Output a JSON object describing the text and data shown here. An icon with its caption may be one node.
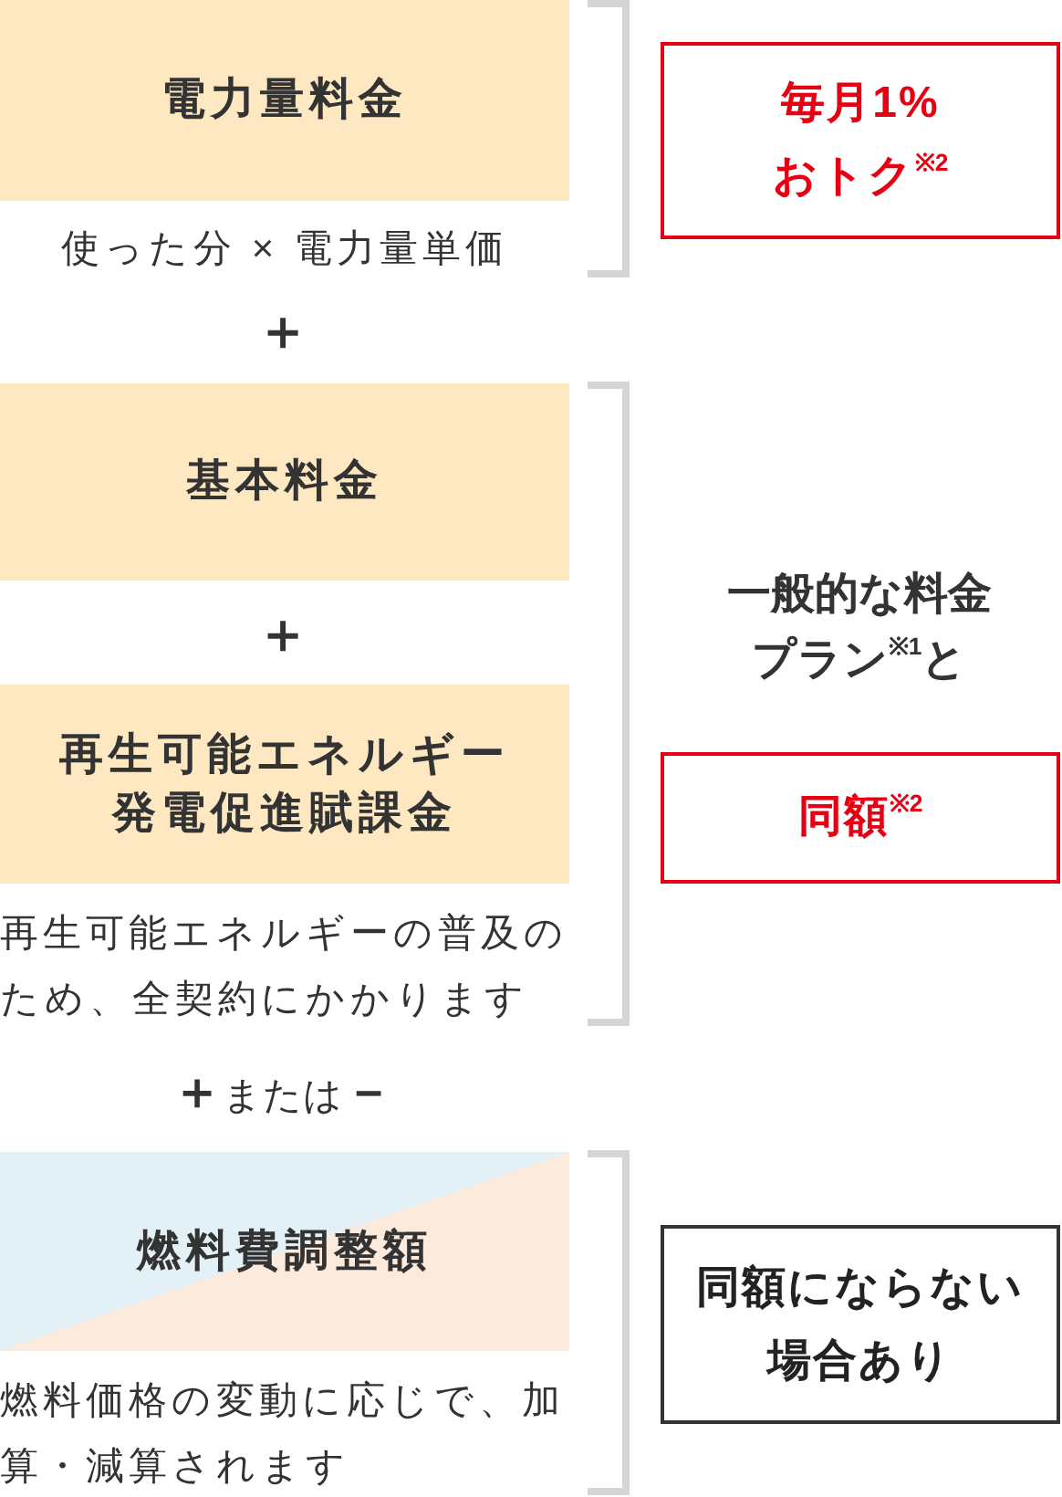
{
  "diagram": {
    "nodes": [
      {
        "text": [
          "電力量料金"
        ],
        "beside": [
          "使った分 × 電力量単価"
        ]
      },
      {
        "text": [
          "基本料金"
        ]
      },
      {
        "text": [
          "再生可能エネルギー発電促進賦課金"
        ],
        "beside": [
          "再生可能エネルギーの普及のため、全契約にかかります"
        ]
      },
      {
        "text": [
          "燃料費調整額"
        ],
        "beside": [
          "燃料価格の変動に応じで、加算・減算されます"
        ]
      },
      {
        "text": [
          "毎月1%おトク$^{※2}$"
        ]
      },
      {
        "text": [
          "同額$^{※2}$"
        ]
      },
      {
        "text": [
          "同額にならない場合あり"
        ]
      }
    ],
    "labels": [
      "＋",
      "＋",
      "**＋**または**－**",
      "一般的な料金プラン$^{※1}$と"
    ]
  }
}
